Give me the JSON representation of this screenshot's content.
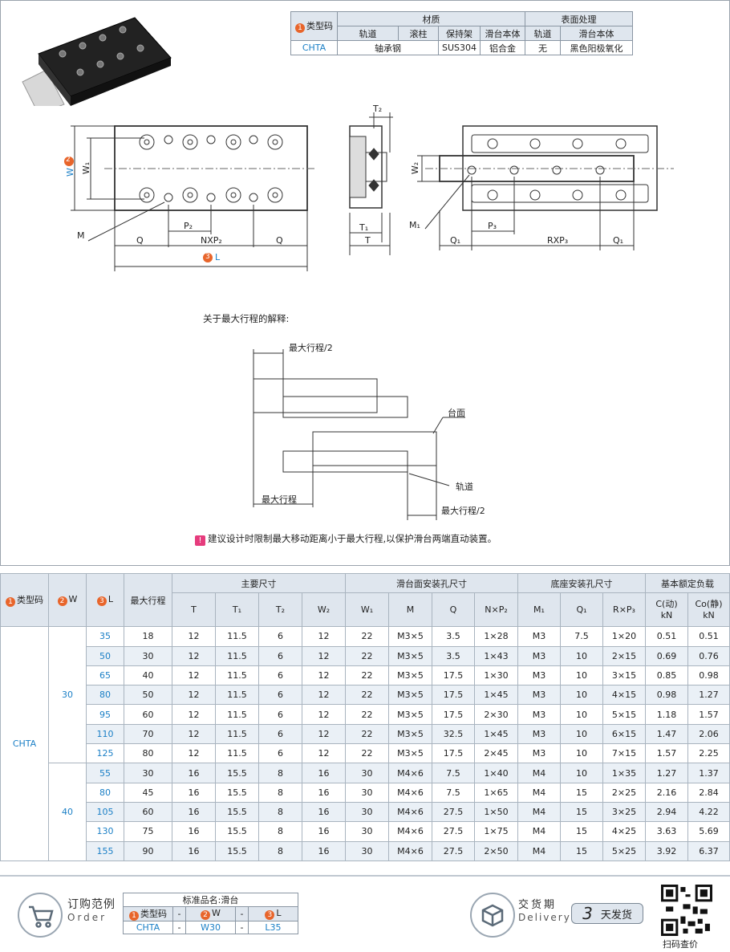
{
  "material_table": {
    "type_code_header": "类型码",
    "material_header": "材质",
    "surface_header": "表面处理",
    "sub_headers": [
      "轨道",
      "滚柱",
      "保持架",
      "滑台本体",
      "轨道",
      "滑台本体"
    ],
    "row": {
      "code": "CHTA",
      "rail_roller": "轴承钢",
      "cage": "SUS304",
      "slide_body": "铝合金",
      "rail_surface": "无",
      "slide_surface": "黑色阳极氧化"
    }
  },
  "drawing_labels": {
    "w": "W",
    "w1": "W₁",
    "m": "M",
    "q": "Q",
    "nxp2": "NXP₂",
    "p2": "P₂",
    "l": "L",
    "t": "T",
    "t1": "T₁",
    "t2": "T₂",
    "w2": "W₂",
    "m1": "M₁",
    "q1": "Q₁",
    "p3": "P₃",
    "rxp3": "RXP₃",
    "num1": "1",
    "num2": "2",
    "num3": "3"
  },
  "stroke_explanation": {
    "title": "关于最大行程的解释:",
    "half_stroke_top": "最大行程/2",
    "table_surface": "台面",
    "rail": "轨道",
    "max_stroke": "最大行程",
    "half_stroke_bottom": "最大行程/2"
  },
  "note": {
    "icon": "!",
    "text": "建议设计时限制最大移动距离小于最大行程,以保护滑台两端直动装置。"
  },
  "spec_table": {
    "headers": {
      "type_code": "类型码",
      "w": "W",
      "l": "L",
      "max_stroke": "最大行程",
      "main_dims": "主要尺寸",
      "slide_holes": "滑台面安装孔尺寸",
      "base_holes": "底座安装孔尺寸",
      "load": "基本额定负载",
      "cols": [
        "T",
        "T₁",
        "T₂",
        "W₂",
        "W₁",
        "M",
        "Q",
        "N×P₂",
        "M₁",
        "Q₁",
        "R×P₃",
        "C(动)\nkN",
        "Co(静)\nkN"
      ]
    },
    "code": "CHTA",
    "groups": [
      {
        "w": "30",
        "rows": [
          [
            "35",
            "18",
            "12",
            "11.5",
            "6",
            "12",
            "22",
            "M3×5",
            "3.5",
            "1×28",
            "M3",
            "7.5",
            "1×20",
            "0.51",
            "0.51"
          ],
          [
            "50",
            "30",
            "12",
            "11.5",
            "6",
            "12",
            "22",
            "M3×5",
            "3.5",
            "1×43",
            "M3",
            "10",
            "2×15",
            "0.69",
            "0.76"
          ],
          [
            "65",
            "40",
            "12",
            "11.5",
            "6",
            "12",
            "22",
            "M3×5",
            "17.5",
            "1×30",
            "M3",
            "10",
            "3×15",
            "0.85",
            "0.98"
          ],
          [
            "80",
            "50",
            "12",
            "11.5",
            "6",
            "12",
            "22",
            "M3×5",
            "17.5",
            "1×45",
            "M3",
            "10",
            "4×15",
            "0.98",
            "1.27"
          ],
          [
            "95",
            "60",
            "12",
            "11.5",
            "6",
            "12",
            "22",
            "M3×5",
            "17.5",
            "2×30",
            "M3",
            "10",
            "5×15",
            "1.18",
            "1.57"
          ],
          [
            "110",
            "70",
            "12",
            "11.5",
            "6",
            "12",
            "22",
            "M3×5",
            "32.5",
            "1×45",
            "M3",
            "10",
            "6×15",
            "1.47",
            "2.06"
          ],
          [
            "125",
            "80",
            "12",
            "11.5",
            "6",
            "12",
            "22",
            "M3×5",
            "17.5",
            "2×45",
            "M3",
            "10",
            "7×15",
            "1.57",
            "2.25"
          ]
        ]
      },
      {
        "w": "40",
        "rows": [
          [
            "55",
            "30",
            "16",
            "15.5",
            "8",
            "16",
            "30",
            "M4×6",
            "7.5",
            "1×40",
            "M4",
            "10",
            "1×35",
            "1.27",
            "1.37"
          ],
          [
            "80",
            "45",
            "16",
            "15.5",
            "8",
            "16",
            "30",
            "M4×6",
            "7.5",
            "1×65",
            "M4",
            "15",
            "2×25",
            "2.16",
            "2.84"
          ],
          [
            "105",
            "60",
            "16",
            "15.5",
            "8",
            "16",
            "30",
            "M4×6",
            "27.5",
            "1×50",
            "M4",
            "15",
            "3×25",
            "2.94",
            "4.22"
          ],
          [
            "130",
            "75",
            "16",
            "15.5",
            "8",
            "16",
            "30",
            "M4×6",
            "27.5",
            "1×75",
            "M4",
            "15",
            "4×25",
            "3.63",
            "5.69"
          ],
          [
            "155",
            "90",
            "16",
            "15.5",
            "8",
            "16",
            "30",
            "M4×6",
            "27.5",
            "2×50",
            "M4",
            "15",
            "5×25",
            "3.92",
            "6.37"
          ]
        ]
      }
    ]
  },
  "footer": {
    "order_title": "订购范例",
    "order_sub": "Order",
    "std_name": "标准品名:滑台",
    "order_headers": [
      "类型码",
      "-",
      "W",
      "-",
      "L"
    ],
    "order_values": [
      "CHTA",
      "-",
      "W30",
      "-",
      "L35"
    ],
    "delivery_title": "交货期",
    "delivery_sub": "Delivery",
    "days_num": "3",
    "days_text": "天发货",
    "qr_label": "扫码查价"
  }
}
